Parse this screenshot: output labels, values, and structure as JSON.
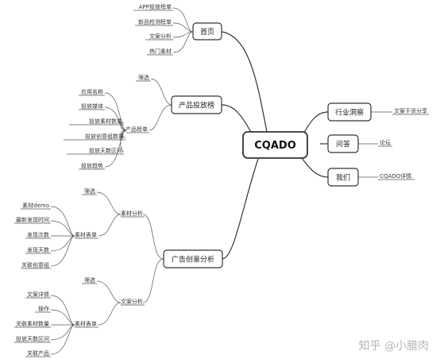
{
  "root": {
    "label": "CQADO"
  },
  "branches": {
    "home": {
      "label": "首页",
      "items": [
        "APP投放榜单",
        "新品检测榜单",
        "文案分析",
        "热门素材"
      ]
    },
    "product": {
      "label": "产品投放榜",
      "filter": "筛选",
      "list_label": "产品榜单",
      "list_items": [
        "应用名称",
        "投放媒体",
        "投放素材数量",
        "投放创意组数量",
        "投放天数区间",
        "投放趋势"
      ]
    },
    "ad": {
      "label": "广告创意分析",
      "material": {
        "label": "素材分析",
        "filter": "筛选",
        "table_label": "素材表单",
        "table_items": [
          "素材demo",
          "最新发现时间",
          "发现次数",
          "发现天数",
          "关联创意组"
        ]
      },
      "copy": {
        "label": "文案分析",
        "filter": "筛选",
        "table_label": "素材表单",
        "table_items": [
          "文案详情",
          "操作",
          "关联素材数量",
          "投放天数区间",
          "关联产品"
        ]
      }
    },
    "industry": {
      "label": "行业洞察",
      "leaf": "文案干货分享"
    },
    "qa": {
      "label": "问答",
      "leaf": "论坛"
    },
    "me": {
      "label": "我们",
      "leaf": "CQADO详情"
    }
  },
  "watermark": "知乎 @小腊肉"
}
